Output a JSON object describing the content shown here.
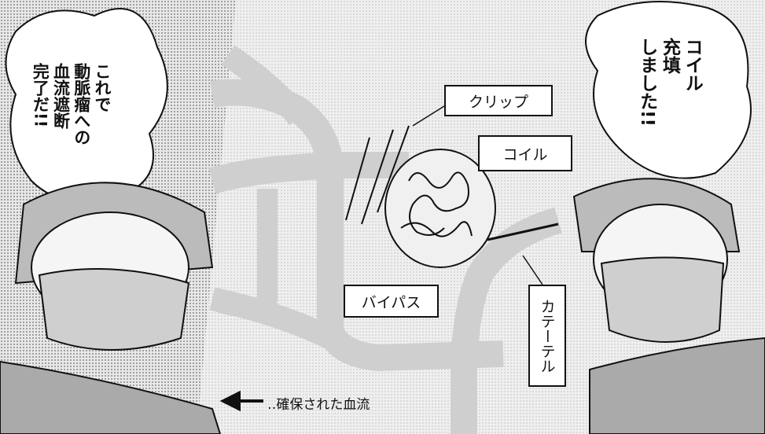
{
  "speech_left": {
    "lines": [
      "これで",
      "動脈瘤への",
      "血流遮断",
      "完了だ!!"
    ]
  },
  "speech_right": {
    "lines": [
      "コイル",
      "充填",
      "しました!!"
    ]
  },
  "diagram_labels": {
    "clip": "クリップ",
    "coil": "コイル",
    "bypass": "バイパス",
    "catheter": "カテーテル",
    "secured_flow": "確保された血流"
  },
  "colors": {
    "ink": "#111111",
    "paper": "#ffffff",
    "tone": "#bdbdbd",
    "vessel": "#cfcfcf"
  }
}
